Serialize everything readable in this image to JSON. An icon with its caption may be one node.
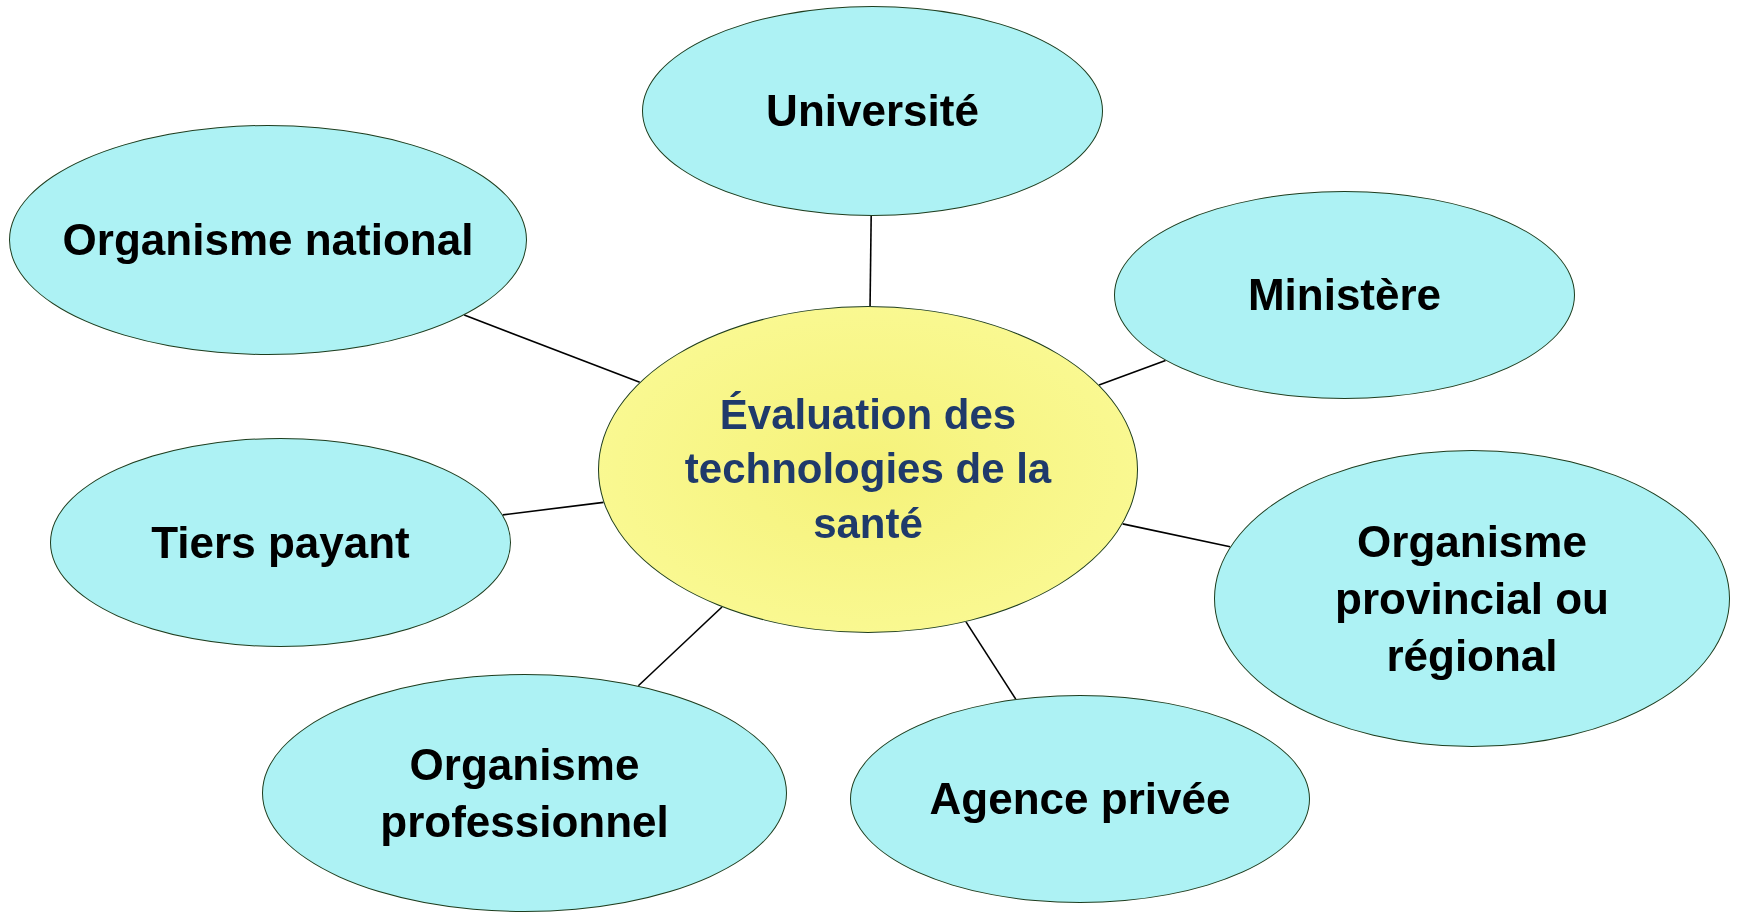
{
  "diagram": {
    "nodes": [
      {
        "text": [
          "Université"
        ]
      },
      {
        "text": [
          "Organisme national"
        ]
      },
      {
        "text": [
          "Ministère"
        ]
      },
      {
        "text": [
          "Évaluation des technologies de la santé"
        ]
      },
      {
        "text": [
          "Tiers payant"
        ]
      },
      {
        "text": [
          "Organisme provincial ou régional"
        ]
      },
      {
        "text": [
          "Organisme professionnel"
        ]
      },
      {
        "text": [
          "Agence privée"
        ]
      }
    ],
    "edges": [
      {
        "from": 3,
        "to": 0,
        "arrow": "none"
      },
      {
        "from": 3,
        "to": 1,
        "arrow": "none"
      },
      {
        "from": 3,
        "to": 2,
        "arrow": "none"
      },
      {
        "from": 3,
        "to": 4,
        "arrow": "none"
      },
      {
        "from": 3,
        "to": 5,
        "arrow": "none"
      },
      {
        "from": 3,
        "to": 6,
        "arrow": "none"
      },
      {
        "from": 3,
        "to": 7,
        "arrow": "none"
      }
    ]
  }
}
